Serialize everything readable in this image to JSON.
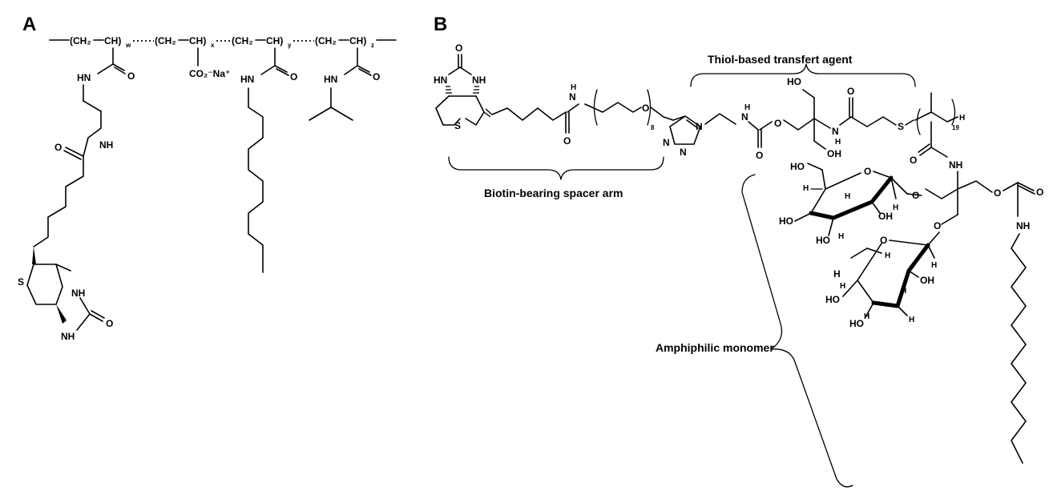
{
  "panels": {
    "a": {
      "label": "A"
    },
    "b": {
      "label": "B"
    }
  },
  "labels": {
    "thiol": "Thiol-based transfert agent",
    "biotin_spacer": "Biotin-bearing spacer arm",
    "amphiphilic": "Amphiphilic monomer"
  },
  "subscripts": {
    "w": "w",
    "x": "x",
    "y": "y",
    "z": "z",
    "peg": "8",
    "chain": "19"
  },
  "atoms": {
    "CH2": "(CH₂",
    "CH": "CH)",
    "CO2Na": "CO₂⁻Na⁺",
    "HN": "HN",
    "NH": "NH",
    "H": "H",
    "N": "N",
    "O": "O",
    "S": "S",
    "HO": "HO",
    "OH": "OH"
  }
}
